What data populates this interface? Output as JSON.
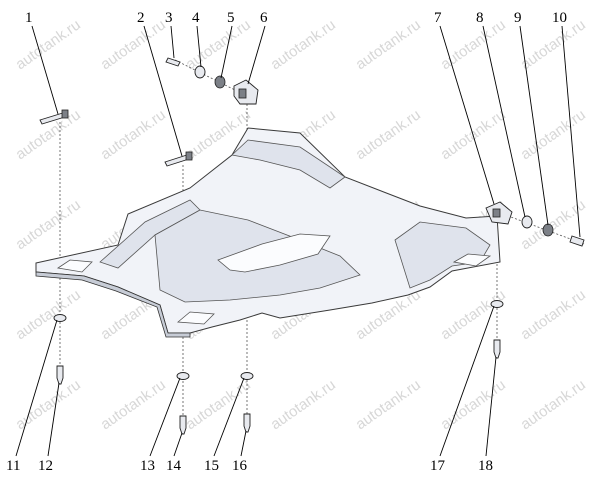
{
  "watermark": "autotank.ru",
  "callouts": [
    "1",
    "2",
    "3",
    "4",
    "5",
    "6",
    "7",
    "8",
    "9",
    "10",
    "11",
    "12",
    "13",
    "14",
    "15",
    "16",
    "17",
    "18"
  ]
}
